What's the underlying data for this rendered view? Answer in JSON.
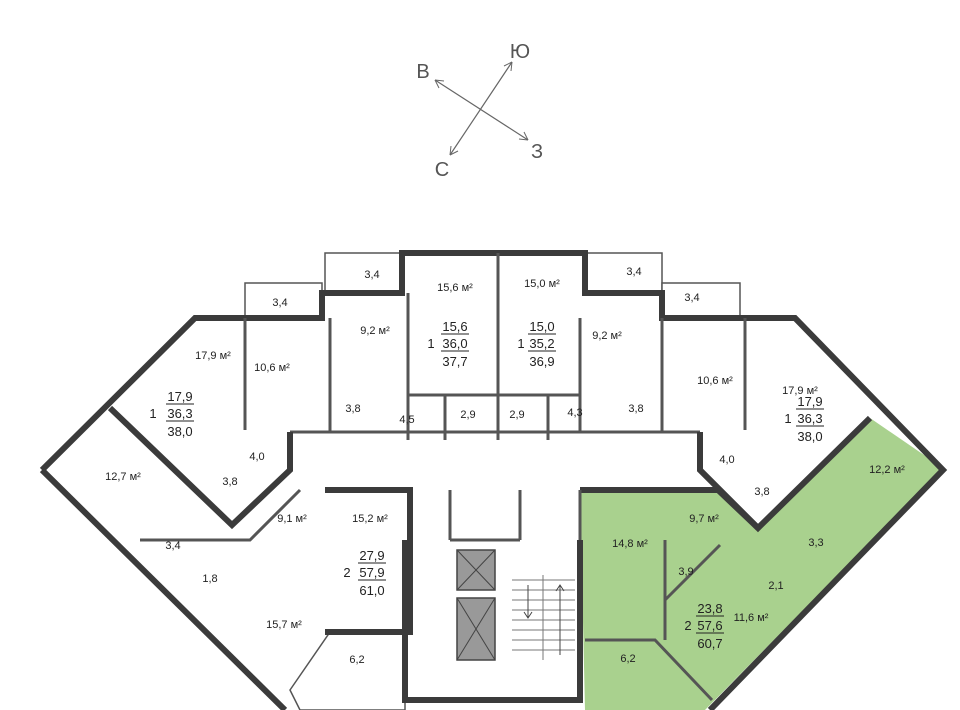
{
  "compass": {
    "north": "С",
    "south": "Ю",
    "east": "В",
    "west": "З"
  },
  "highlight_color": "#a9d18e",
  "wall_color": "#3b3b3b",
  "rooms": [
    "3,4",
    "3,4",
    "15,6 м²",
    "15,0 м²",
    "3,4",
    "3,4",
    "9,2 м²",
    "9,2 м²",
    "17,9 м²",
    "10,6 м²",
    "10,6 м²",
    "17,9 м²",
    "3,8",
    "4,5",
    "2,9",
    "2,9",
    "4,3",
    "3,8",
    "4,0",
    "3,8",
    "4,0",
    "3,8",
    "12,7 м²",
    "12,2 м²",
    "9,1 м²",
    "15,2 м²",
    "14,8 м²",
    "9,7 м²",
    "3,4",
    "1,8",
    "3,9",
    "3,3",
    "2,1",
    "11,6 м²",
    "15,7 м²",
    "6,2",
    "6,2"
  ],
  "apartments": [
    {
      "rooms": "1",
      "living": "17,9",
      "total": "36,3",
      "total_with_balcony": "38,0"
    },
    {
      "rooms": "1",
      "living": "15,6",
      "total": "36,0",
      "total_with_balcony": "37,7"
    },
    {
      "rooms": "1",
      "living": "15,0",
      "total": "35,2",
      "total_with_balcony": "36,9"
    },
    {
      "rooms": "1",
      "living": "17,9",
      "total": "36,3",
      "total_with_balcony": "38,0"
    },
    {
      "rooms": "2",
      "living": "27,9",
      "total": "57,9",
      "total_with_balcony": "61,0"
    },
    {
      "rooms": "2",
      "living": "23,8",
      "total": "57,6",
      "total_with_balcony": "60,7",
      "highlighted": true
    }
  ]
}
